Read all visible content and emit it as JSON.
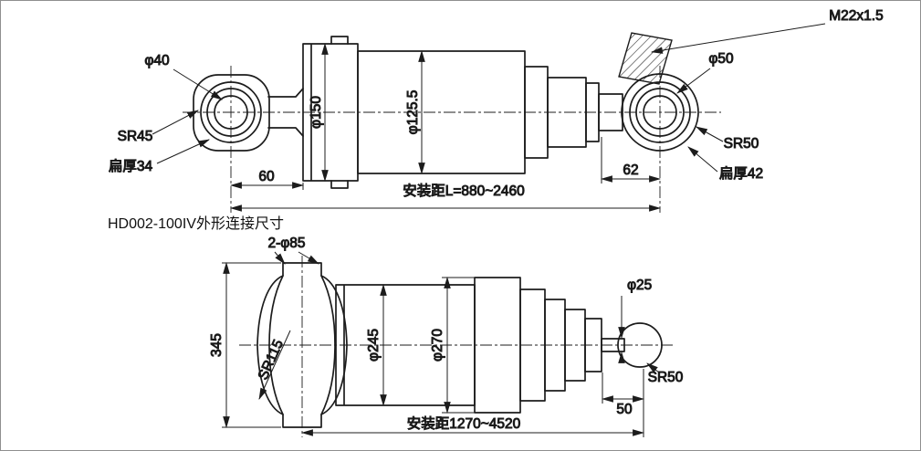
{
  "drawing": {
    "caption": "HD002-100IV外形连接尺寸",
    "top": {
      "phi40": "φ40",
      "sr45": "SR45",
      "flat34": "扁厚34",
      "phi150": "φ150",
      "phi125_5": "φ125.5",
      "m22": "M22x1.5",
      "phi50": "φ50",
      "sr50": "SR50",
      "flat42": "扁厚42",
      "d60": "60",
      "d62": "62",
      "install": "安装距L=880~2460"
    },
    "bottom": {
      "holes": "2-φ85",
      "h345": "345",
      "sr115": "SR115",
      "phi245": "φ245",
      "phi270": "φ270",
      "phi25": "φ25",
      "sr50": "SR50",
      "d50": "50",
      "install": "安装距1270~4520"
    }
  }
}
